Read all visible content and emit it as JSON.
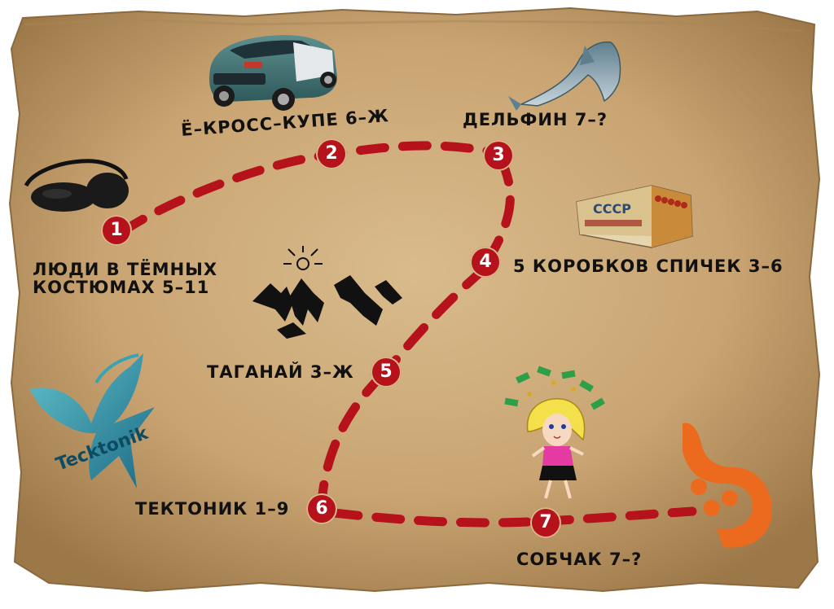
{
  "stops": [
    {
      "number": "1",
      "label": "ЛЮДИ В ТЁМНЫХ КОСТЮМАХ 5–11",
      "icon": "sunglasses-icon"
    },
    {
      "number": "2",
      "label": "Ё–КРОСС–КУПЕ 6–Ж",
      "icon": "car-icon"
    },
    {
      "number": "3",
      "label": "ДЕЛЬФИН 7–?",
      "icon": "dolphin-icon"
    },
    {
      "number": "4",
      "label": "5 КОРОБКОВ СПИЧЕК 3–6",
      "icon": "matchbox-icon"
    },
    {
      "number": "5",
      "label": "ТАГАНАЙ 3–Ж",
      "icon": "mountains-icon"
    },
    {
      "number": "6",
      "label": "ТЕКТОНИК 1–9",
      "icon": "tecktonik-logo"
    },
    {
      "number": "7",
      "label": "СОБЧАК 7–?",
      "icon": "money-girl-icon"
    }
  ],
  "logos": {
    "tecktonik": "Tecktonik",
    "matchbox": "СССР"
  },
  "finish_icon": "yandex-logo",
  "colors": {
    "paper": "#c9a472",
    "path": "#b5121b",
    "text": "#111111"
  }
}
